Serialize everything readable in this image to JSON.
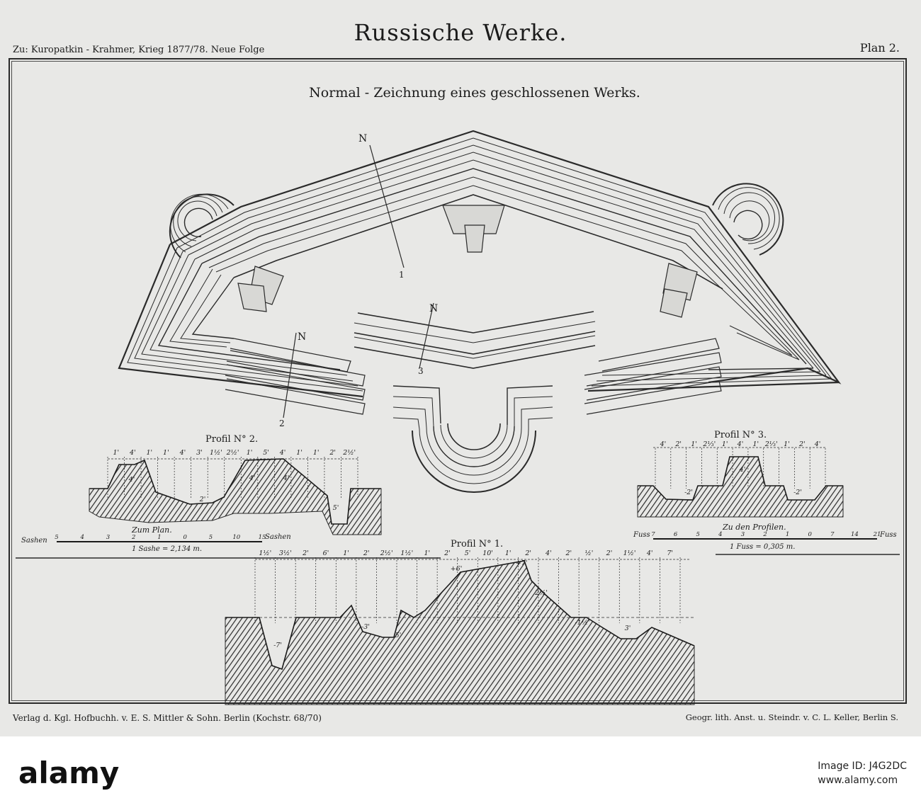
{
  "sheet": {
    "title": "Russische Werke.",
    "reference": "Zu: Kuropatkin - Krahmer, Krieg 1877/78. Neue Folge",
    "plan_number": "Plan 2.",
    "subtitle": "Normal - Zeichnung eines geschlossenen Werks.",
    "publisher": "Verlag d. Kgl. Hofbuchh. v. E. S. Mittler & Sohn. Berlin (Kochstr. 68/70)",
    "engraver": "Geogr. lith. Anst. u. Steindr. v. C. L. Keller, Berlin S."
  },
  "sections": {
    "n1": "N",
    "n1_num": "1",
    "n2": "N",
    "n2_num": "2",
    "n3": "N",
    "n3_num": "3"
  },
  "profiles": {
    "p2_title": "Profil N° 2.",
    "p2_dims": [
      "1'",
      "4'",
      "1'",
      "1'",
      "4'",
      "3'",
      "1½'",
      "2½'",
      "1'",
      "5'",
      "4'",
      "1'",
      "1'",
      "2'",
      "2½'"
    ],
    "p2_depths": [
      "4'",
      "2'",
      "4'",
      "4'",
      "5'"
    ],
    "p3_title": "Profil N° 3.",
    "p3_dims": [
      "4'",
      "2'",
      "1'",
      "2⅓'",
      "1'",
      "4'",
      "1'",
      "2⅓'",
      "1'",
      "2'",
      "4'"
    ],
    "p3_depths": [
      "-2'",
      "4'",
      "-2'"
    ],
    "p1_title": "Profil N° 1.",
    "p1_dims": [
      "1½'",
      "3½'",
      "2'",
      "6'",
      "1'",
      "2'",
      "2½'",
      "1½'",
      "1'",
      "2'",
      "5'",
      "10'",
      "1'",
      "2'",
      "4'",
      "2'",
      "½'",
      "2'",
      "1½'",
      "4'",
      "7'"
    ],
    "p1_marks": [
      "+6'",
      "+7'",
      "2½'",
      "-7'",
      "-3'",
      "5'",
      "-1½'",
      "3'"
    ]
  },
  "scales": {
    "plan_title": "Zum Plan.",
    "plan_left_unit": "Sashen",
    "plan_ticks": [
      "5",
      "4",
      "3",
      "2",
      "1",
      "0",
      "5",
      "10",
      "15"
    ],
    "plan_right_unit": "Sashen",
    "plan_note": "1 Sashe = 2,134 m.",
    "profile_title": "Zu den Profilen.",
    "profile_left_unit": "Fuss",
    "profile_ticks": [
      "7",
      "6",
      "5",
      "4",
      "3",
      "2",
      "1",
      "0",
      "7",
      "14",
      "21"
    ],
    "profile_right_unit": "Fuss",
    "profile_note": "1 Fuss = 0,305 m."
  },
  "watermark": {
    "logo": "alamy",
    "image_id": "Image ID: J4G2DC",
    "site": "www.alamy.com"
  }
}
